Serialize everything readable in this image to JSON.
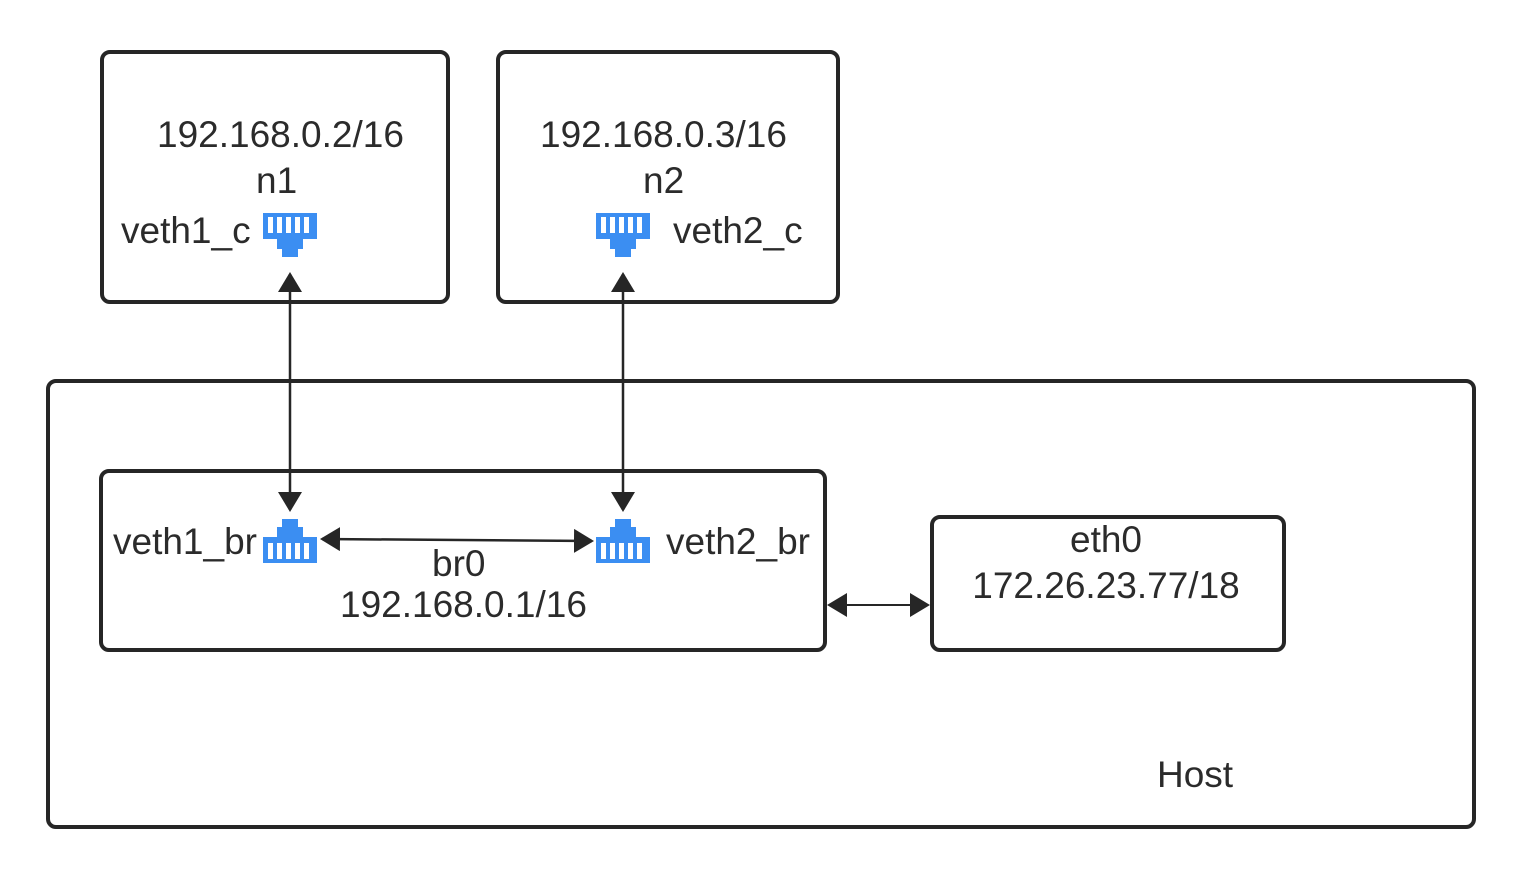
{
  "diagram": {
    "n1": {
      "ip": "192.168.0.2/16",
      "name": "n1",
      "iface": "veth1_c"
    },
    "n2": {
      "ip": "192.168.0.3/16",
      "name": "n2",
      "iface": "veth2_c"
    },
    "host": {
      "label": "Host"
    },
    "bridge": {
      "name": "br0",
      "ip": "192.168.0.1/16",
      "port1": "veth1_br",
      "port2": "veth2_br"
    },
    "eth0": {
      "name": "eth0",
      "ip": "172.26.23.77/18"
    }
  },
  "colors": {
    "line": "#262626",
    "icon": "#3b8ef2"
  },
  "icons": [
    "ethernet-port-icon"
  ]
}
